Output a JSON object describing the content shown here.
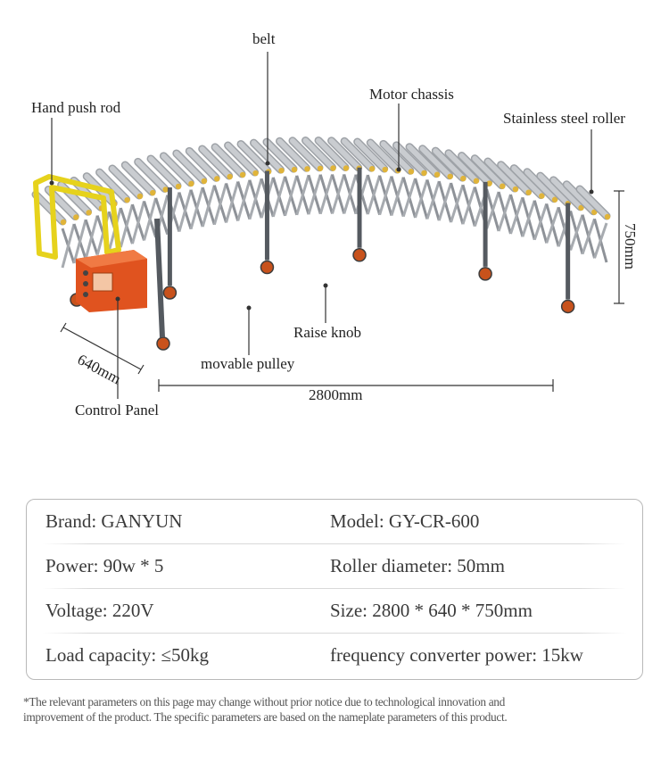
{
  "figure": {
    "labels": {
      "belt": "belt",
      "hand_push_rod": "Hand push rod",
      "motor_chassis": "Motor chassis",
      "stainless_steel_roller": "Stainless steel roller",
      "height_dim": "750mm",
      "width_dim": "640mm",
      "raise_knob": "Raise knob",
      "movable_pulley": "movable pulley",
      "length_dim": "2800mm",
      "control_panel": "Control Panel"
    },
    "colors": {
      "roller": "#c9ccd0",
      "roller_cap": "#e0b43a",
      "frame": "#8e9298",
      "control_box": "#e0531f",
      "push_rod": "#e6d21c",
      "wheel": "#c8521c",
      "leg": "#555a60"
    }
  },
  "specs": [
    {
      "left": "Brand: GANYUN",
      "right": "Model: GY-CR-600"
    },
    {
      "left": "Power: 90w * 5",
      "right": "Roller diameter: 50mm"
    },
    {
      "left": "Voltage: 220V",
      "right": "Size: 2800 * 640 * 750mm"
    },
    {
      "left": "Load capacity: ≤50kg",
      "right": "frequency converter power: 15kw"
    }
  ],
  "footnote": {
    "line1": "*The relevant parameters on this page may change without prior notice due to technological innovation and",
    "line2": "improvement of the product. The specific parameters are based on the nameplate parameters of this product."
  }
}
